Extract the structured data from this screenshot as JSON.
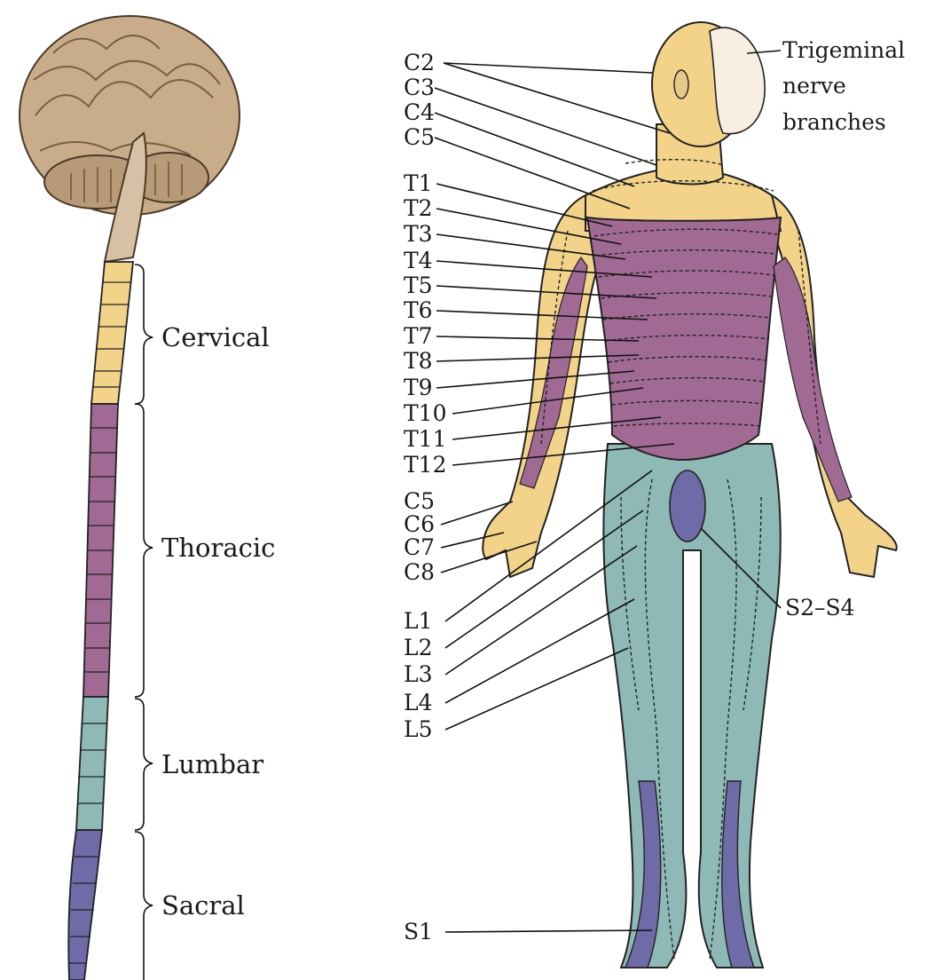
{
  "regions": {
    "cervical": "Cervical",
    "thoracic": "Thoracic",
    "lumbar": "Lumbar",
    "sacral": "Sacral"
  },
  "dermatome_labels": {
    "C2": "C2",
    "C3": "C3",
    "C4": "C4",
    "C5": "C5",
    "T1": "T1",
    "T2": "T2",
    "T3": "T3",
    "T4": "T4",
    "T5": "T5",
    "T6": "T6",
    "T7": "T7",
    "T8": "T8",
    "T9": "T9",
    "T10": "T10",
    "T11": "T11",
    "T12": "T12",
    "C5b": "C5",
    "C6": "C6",
    "C7": "C7",
    "C8": "C8",
    "L1": "L1",
    "L2": "L2",
    "L3": "L3",
    "L4": "L4",
    "L5": "L5",
    "S1": "S1",
    "S2S4": "S2–S4"
  },
  "trigeminal": {
    "line1": "Trigeminal",
    "line2": "nerve",
    "line3": "branches"
  },
  "colors": {
    "cervical": "#f2d389",
    "thoracic": "#a06a95",
    "lumbar": "#8fb9b6",
    "sacral": "#6f6aa8",
    "face": "#f8efe2",
    "brain": "#c9ad8a"
  },
  "icons": {
    "brain": "brain-illustration",
    "spinal_cord": "spinal-cord-illustration",
    "body": "human-body-dermatome-illustration"
  }
}
